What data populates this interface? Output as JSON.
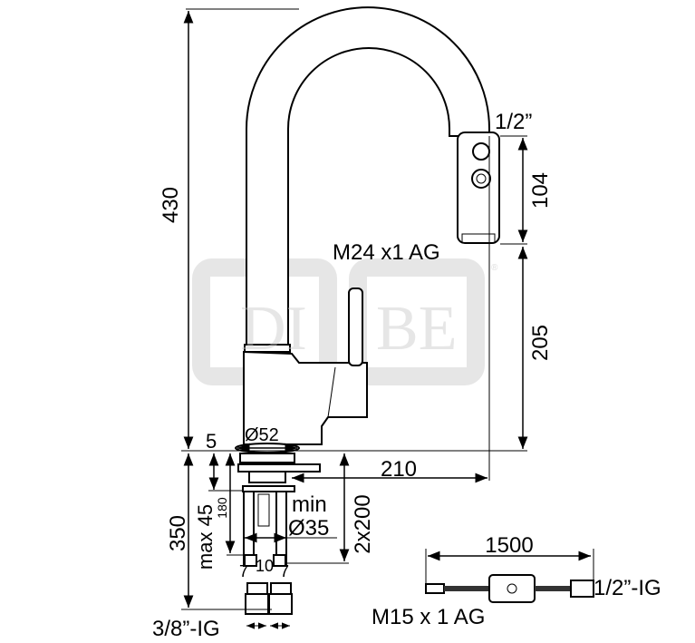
{
  "watermark": {
    "text": "DIBE",
    "registered": "®"
  },
  "dimensions": {
    "height_total": "430",
    "spray_thread": "1/2”",
    "spray_length": "104",
    "spray_connection": "M24 x1 AG",
    "spout_height": "205",
    "base_diameter": "Ø52",
    "base_thickness": "5",
    "reach": "210",
    "below_total": "350",
    "max_worktop": "max 45",
    "shank": "180",
    "supply_hoses": "2x200",
    "min_hole_label": "min",
    "min_hole_value": "Ø35",
    "spacing_left": "7",
    "spacing_mid": "10",
    "spacing_right": "7",
    "supply_thread": "3/8”-IG",
    "hose_length": "1500",
    "hose_thread_right": "1/2”-IG",
    "hose_thread_left": "M15 x 1 AG"
  }
}
